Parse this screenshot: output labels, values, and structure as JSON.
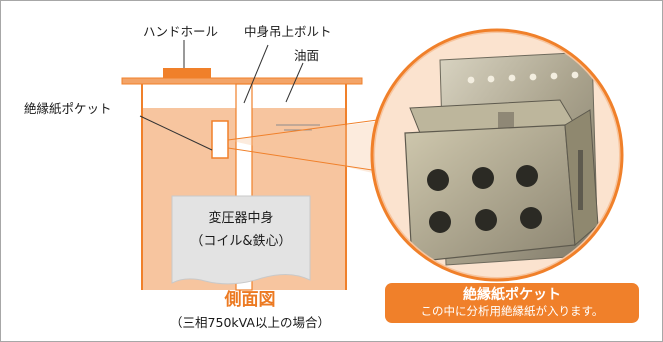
{
  "labels": {
    "handhole": "ハンドホール",
    "core_bolt": "中身吊上ボルト",
    "oil_surface": "油面",
    "pocket": "絶縁紙ポケット",
    "core_line1": "変圧器中身",
    "core_line2": "（コイル&鉄心）"
  },
  "side_view": {
    "title": "側面図",
    "subtitle": "（三相750kVA以上の場合）"
  },
  "callout": {
    "title": "絶縁紙ポケット",
    "description": "この中に分析用絶縁紙が入ります。"
  },
  "colors": {
    "oil": "#f7c59f",
    "tank_line": "#f0802a",
    "callout_bg": "#f0802a",
    "core_fill": "#e3e3e3",
    "title_orange": "#ec7a22"
  }
}
